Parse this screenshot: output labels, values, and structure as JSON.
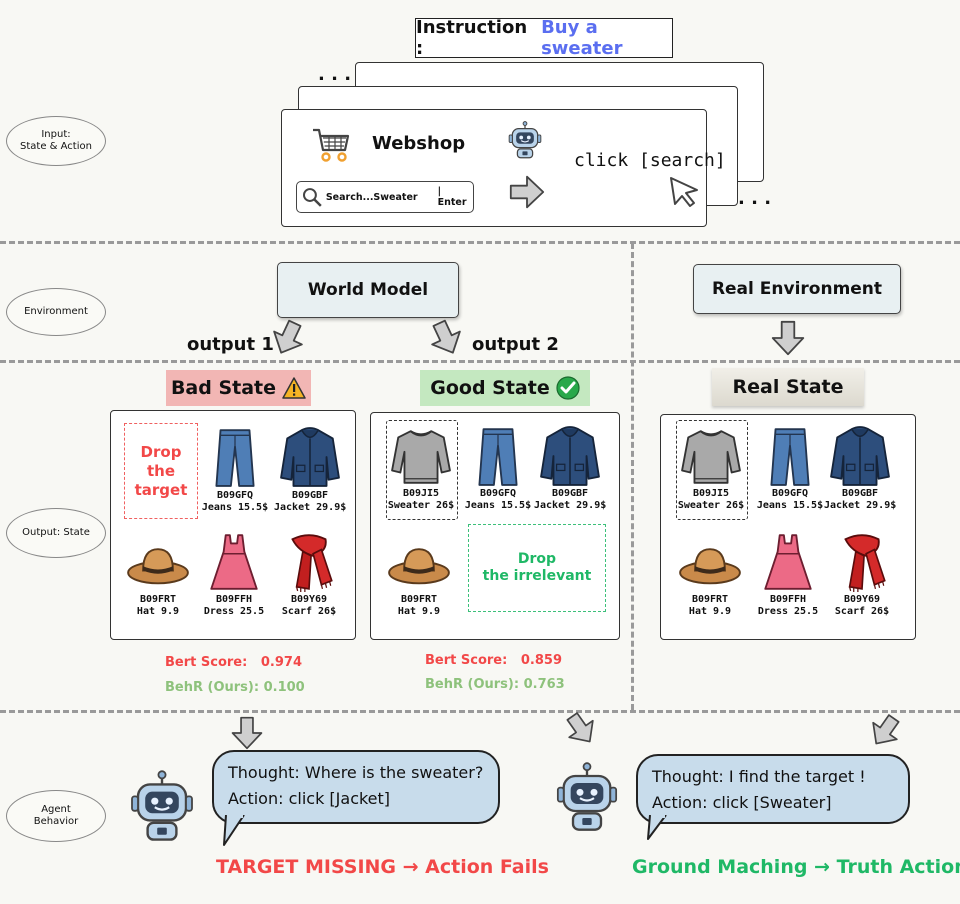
{
  "stages": {
    "input": "Input:\nState & Action",
    "environment": "Environment",
    "output": "Output: State",
    "agent": "Agent\nBehavior"
  },
  "instruction": {
    "label": "Instruction :",
    "value": "Buy a sweater"
  },
  "webshop": {
    "title": "Webshop",
    "search_text": "Search...Sweater",
    "enter_text": "| Enter",
    "action": "click [search]",
    "ellipsis_top": ". . .",
    "ellipsis_bottom": ". . ."
  },
  "environment": {
    "world_model": "World Model",
    "real_env": "Real Environment",
    "output1": "output 1",
    "output2": "output 2"
  },
  "states": {
    "bad": "Bad State",
    "good": "Good State",
    "real": "Real State"
  },
  "notes": {
    "drop_target": "Drop\nthe\ntarget",
    "drop_irrelevant": "Drop\nthe irrelevant"
  },
  "products": {
    "sweater": {
      "code": "B09JI5",
      "desc": "Sweater 26$"
    },
    "jeans": {
      "code": "B09GFQ",
      "desc": "Jeans 15.5$"
    },
    "jacket": {
      "code": "B09GBF",
      "desc": "Jacket 29.9$"
    },
    "hat": {
      "code": "B09FRT",
      "desc": "Hat 9.9"
    },
    "dress": {
      "code": "B09FFH",
      "desc": "Dress 25.5"
    },
    "scarf": {
      "code": "B09Y69",
      "desc": "Scarf 26$"
    }
  },
  "scores": {
    "bad_bert_label": "Bert Score:",
    "bad_bert_value": "0.974",
    "bad_behr_label": "BehR (Ours):",
    "bad_behr_value": "0.100",
    "good_bert_label": "Bert Score:",
    "good_bert_value": "0.859",
    "good_behr_label": "BehR (Ours):",
    "good_behr_value": "0.763"
  },
  "agent": {
    "bad_thought": "Thought: Where is the sweater?",
    "bad_action": "Action: click [Jacket]",
    "good_thought": "Thought: I find the target !",
    "good_action": "Action: click [Sweater]",
    "bad_result": "TARGET MISSING → Action Fails",
    "good_result": "Ground Maching → Truth Action"
  },
  "colors": {
    "blue_text": "#5a6ef0",
    "red": "#f24848",
    "green": "#1fb866",
    "score_red": "#f24848",
    "score_green": "#8ec27c",
    "bad_bar": "#f2b6b4",
    "good_bar": "#c4e8c0",
    "real_bar": "#e6e4dc"
  }
}
